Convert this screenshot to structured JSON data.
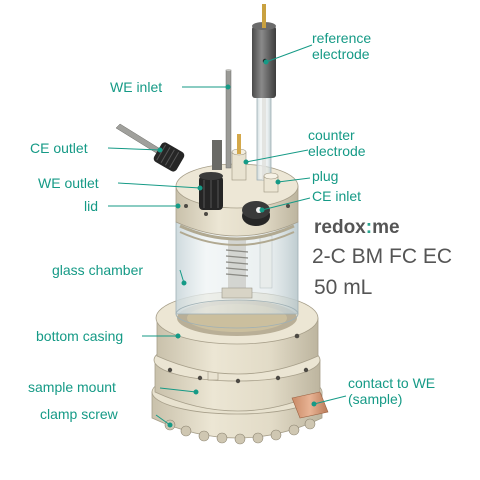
{
  "colors": {
    "label_text": "#159a86",
    "leader_line": "#159a86",
    "model_text": "#555555",
    "brand_text": "#555555",
    "brand_accent": "#2aa58f",
    "body_beige": "#e4ddc9",
    "body_shadow": "#b9b19d",
    "glass": "#d9e3e6",
    "cap_black": "#222222",
    "copper": "#d39876"
  },
  "labels": {
    "reference_electrode": [
      "reference",
      "electrode"
    ],
    "we_inlet": "WE inlet",
    "ce_outlet": "CE outlet",
    "counter_electrode": [
      "counter",
      "electrode"
    ],
    "we_outlet": "WE outlet",
    "plug": "plug",
    "ce_inlet": "CE inlet",
    "lid": "lid",
    "glass_chamber": "glass chamber",
    "bottom_casing": "bottom casing",
    "sample_mount": "sample mount",
    "clamp_screw": "clamp screw",
    "contact_to_we": [
      "contact to WE",
      "(sample)"
    ]
  },
  "brand": {
    "name_prefix": "redox",
    "name_mark": ":",
    "name_suffix": "me",
    "model": "2-C BM FC EC",
    "volume": "50 mL"
  }
}
